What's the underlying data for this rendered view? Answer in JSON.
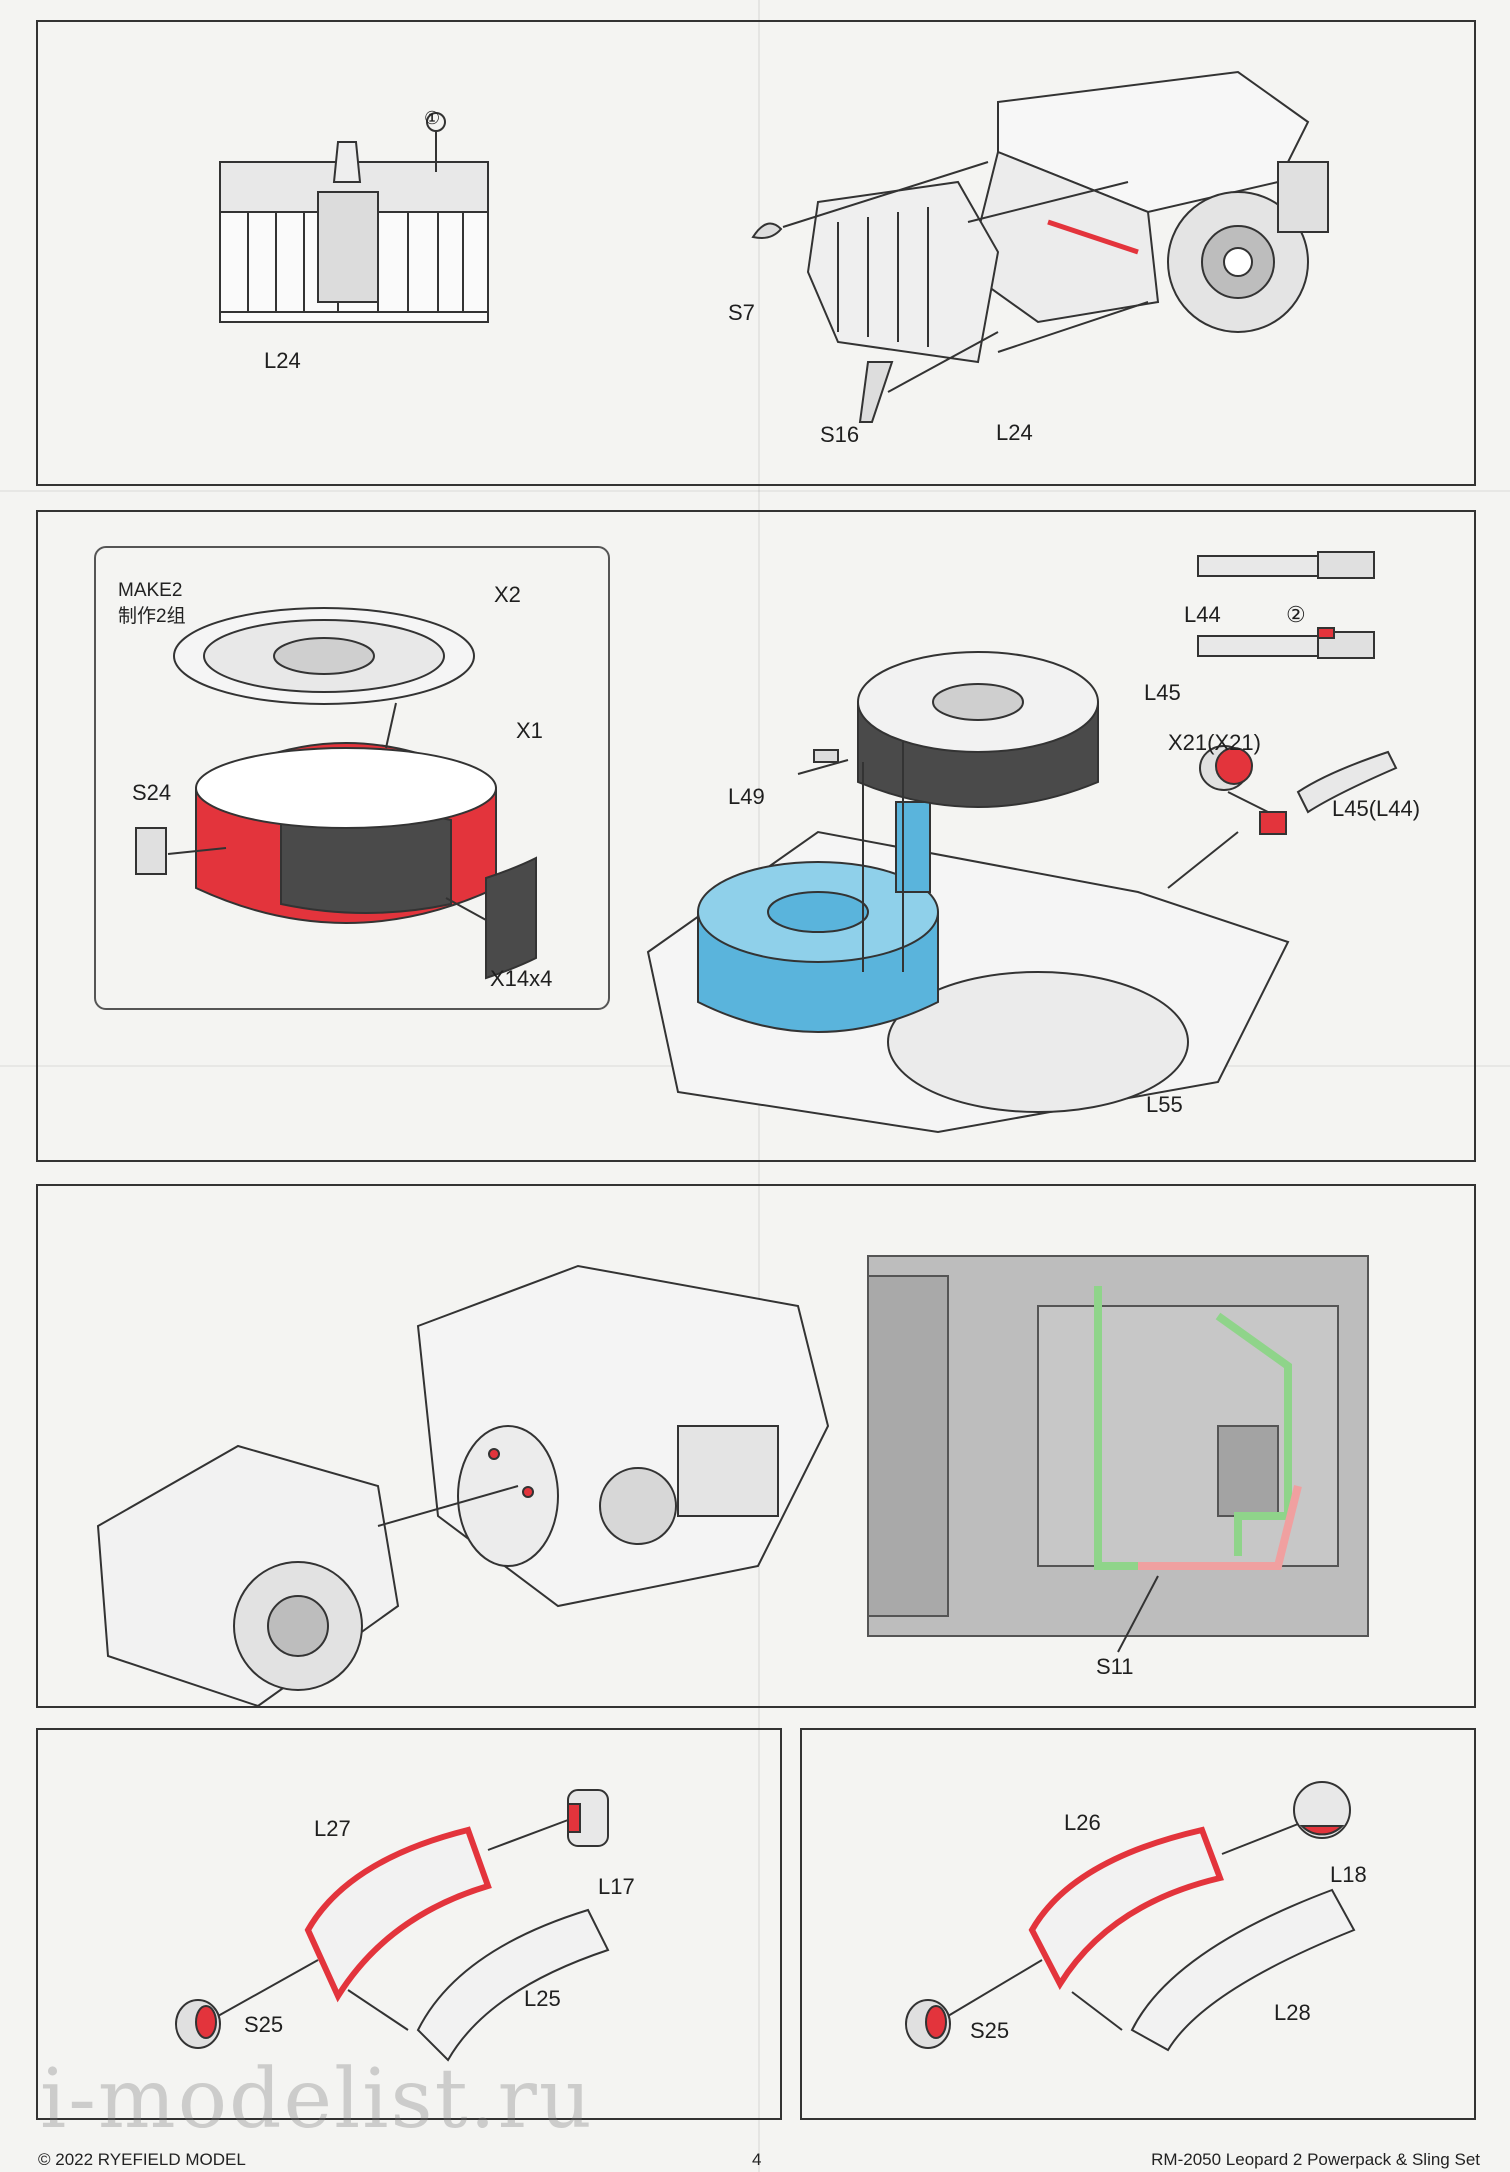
{
  "steps": {
    "step1": {
      "left_marker": "①",
      "labels": {
        "l24_left": "L24",
        "s7": "S7",
        "s16": "S16",
        "l24_right": "L24"
      }
    },
    "step2": {
      "inset": {
        "note_line1": "MAKE2",
        "note_line2": "制作2组",
        "labels": {
          "x2": "X2",
          "x1": "X1",
          "s24": "S24",
          "x14": "X14x4"
        }
      },
      "labels": {
        "l44": "L44",
        "marker2": "②",
        "l45": "L45",
        "l49": "L49",
        "x21": "X21(X21)",
        "l45_l44": "L45(L44)",
        "l55": "L55"
      }
    },
    "step3": {
      "labels": {
        "s11": "S11"
      }
    },
    "step4": {
      "labels": {
        "l27": "L27",
        "l17": "L17",
        "s25": "S25",
        "l25": "L25"
      }
    },
    "step5": {
      "labels": {
        "l26": "L26",
        "l18": "L18",
        "s25": "S25",
        "l28": "L28"
      }
    }
  },
  "footer": {
    "copyright": "© 2022 RYEFIELD MODEL",
    "page_number": "4",
    "product": "RM-2050 Leopard 2 Powerpack & Sling Set"
  },
  "watermark": "i-modelist.ru",
  "colors": {
    "highlight_red": "#e3343c",
    "highlight_blue": "#5ab4dc",
    "highlight_green": "#8fd48a",
    "highlight_pink": "#f0a0a0",
    "line": "#333333",
    "part_gray": "#bdbdbd"
  }
}
